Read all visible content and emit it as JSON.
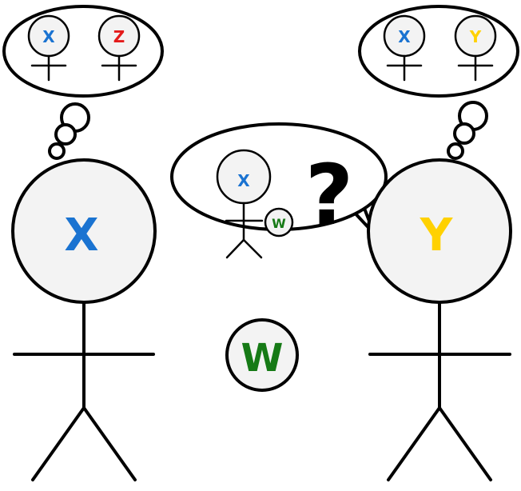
{
  "figures": {
    "left": {
      "label": "X",
      "label_color": "#1a73d1"
    },
    "right": {
      "label": "Y",
      "label_color": "#ffd100"
    }
  },
  "left_thought": {
    "figure_a": {
      "label": "X",
      "label_color": "#1a73d1"
    },
    "figure_b": {
      "label": "Z",
      "label_color": "#e41b1b"
    }
  },
  "right_thought": {
    "figure_a": {
      "label": "X",
      "label_color": "#1a73d1"
    },
    "figure_b": {
      "label": "Y",
      "label_color": "#ffd100"
    }
  },
  "speech_bubble": {
    "figure": {
      "label": "X",
      "label_color": "#1a73d1"
    },
    "held_ball": {
      "label": "W",
      "label_color": "#167a16"
    },
    "question_mark": "?"
  },
  "ball": {
    "label": "W",
    "label_color": "#167a16"
  },
  "colors": {
    "stroke": "#000000",
    "fill": "#f3f3f3",
    "background": "#ffffff"
  }
}
